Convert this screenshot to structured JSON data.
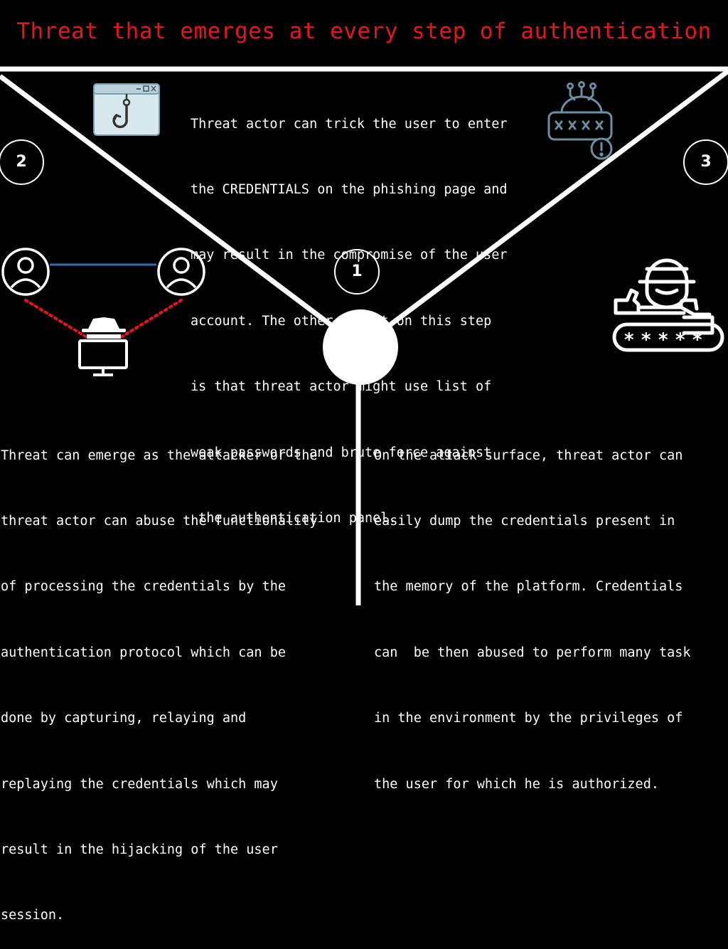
{
  "title": "Threat that emerges at every step of authentication",
  "steps": {
    "one": "1",
    "two": "2",
    "three": "3"
  },
  "texts": {
    "top": [
      "Threat actor can trick the user to enter",
      "the CREDENTIALS on the phishing page and",
      "may result in the compromise of the user",
      "account. The other threat on this step",
      "is that threat actor might use list of",
      "weak passwords and brute force against",
      " the authentication panel."
    ],
    "left": [
      "Threat can emerge as the attacker or the",
      "threat actor can abuse the functionality",
      "of processing the credentials by the",
      "authentication protocol which can be",
      "done by capturing, relaying and",
      "replaying the credentials which may",
      "result in the hijacking of the user",
      "session."
    ],
    "right": [
      "On the attack surface, threat actor can",
      "easily dump the credentials present in",
      "the memory of the platform. Credentials",
      "can  be then abused to perform many task",
      "in the environment by the privileges of",
      "the user for which he is authorized."
    ]
  },
  "icons": {
    "phishing": "phishing-hook-window-icon",
    "password": "password-warning-icon",
    "mitm": "man-in-the-middle-icon",
    "dumper": "credential-dumping-hacker-icon"
  },
  "colors": {
    "background": "#000000",
    "title": "#e8141b",
    "text": "#ffffff",
    "link_line": "#2f6fb3",
    "dotted_line": "#e8141b",
    "password_icon": "#6b8ea3"
  }
}
